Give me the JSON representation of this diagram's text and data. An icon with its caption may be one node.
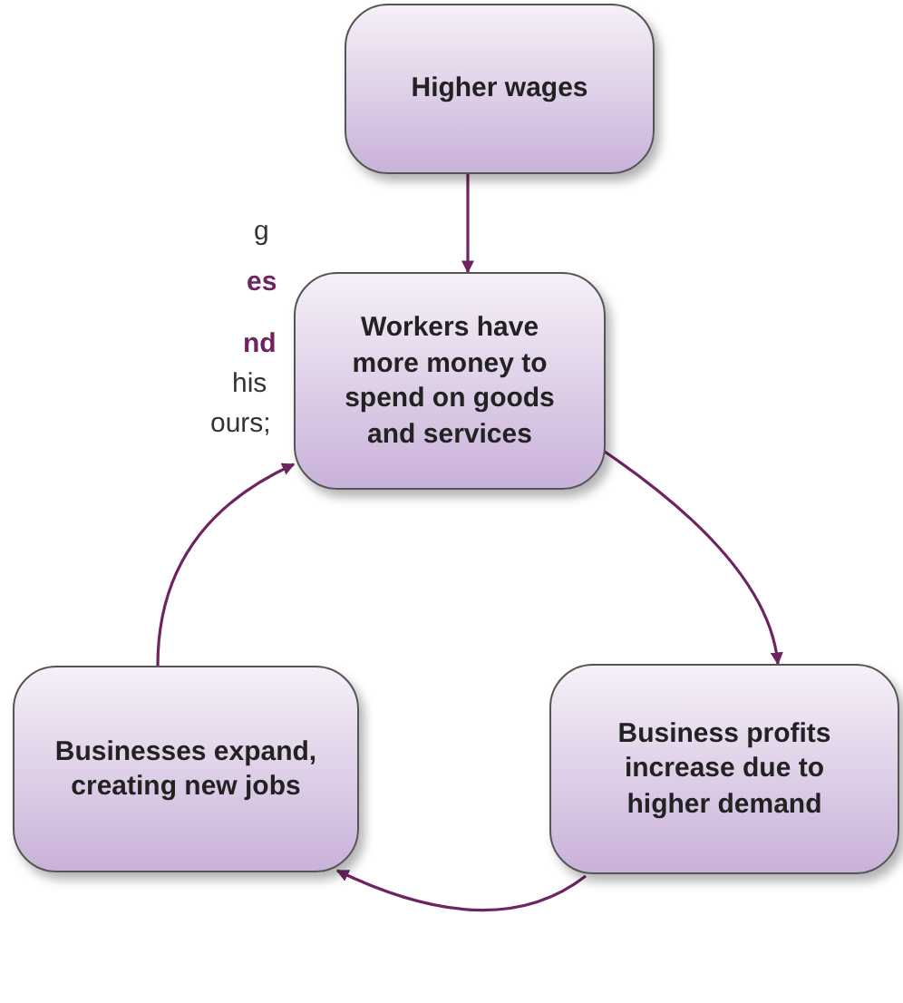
{
  "diagram": {
    "nodes": [
      {
        "text": [
          "Higher wages"
        ]
      },
      {
        "text": [
          "Workers have more money to spend on goods and services"
        ]
      },
      {
        "text": [
          "Business profits increase due to higher demand"
        ]
      },
      {
        "text": [
          "Businesses expand, creating new jobs"
        ]
      }
    ],
    "edges": [
      {
        "from": 0,
        "to": 1,
        "arrow": "to"
      },
      {
        "from": 1,
        "to": 2,
        "arrow": "to"
      },
      {
        "from": 2,
        "to": 3,
        "arrow": "to"
      },
      {
        "from": 3,
        "to": 1,
        "arrow": "to"
      }
    ],
    "labels": [
      "g",
      "es",
      "nd",
      "his",
      "ours;"
    ]
  }
}
